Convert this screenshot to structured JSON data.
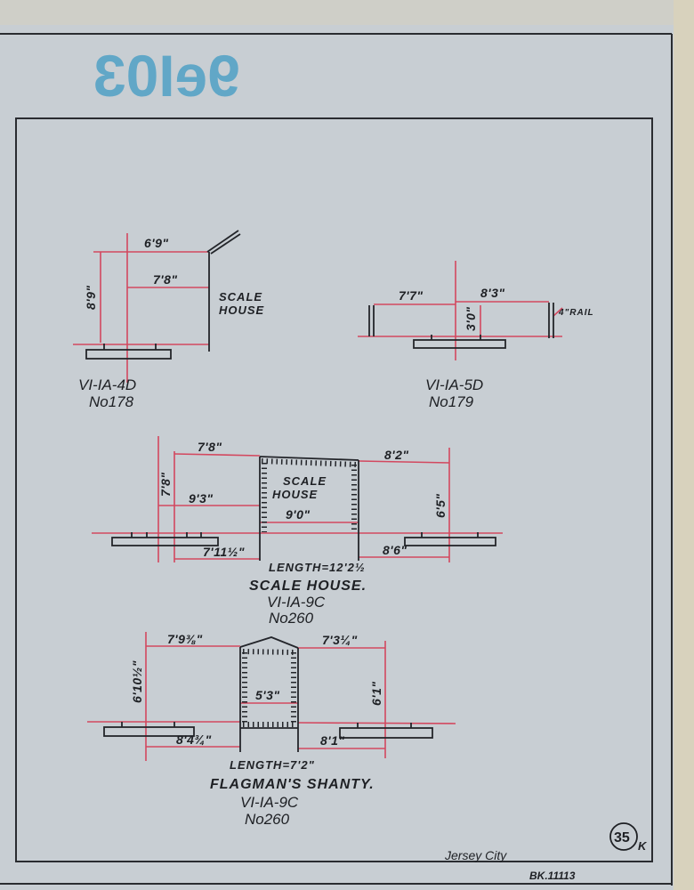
{
  "stamp": "9eI03",
  "drawing_1": {
    "dims": {
      "top": "6'9\"",
      "mid": "7'8\"",
      "height": "8'9\""
    },
    "note": [
      "SCALE",
      "HOUSE"
    ],
    "code": "VI-IA-4D",
    "number": "No178"
  },
  "drawing_2": {
    "dims": {
      "left": "7'7\"",
      "right": "8'3\"",
      "height": "3'0\""
    },
    "note": "4\"RAIL",
    "code": "VI-IA-5D",
    "number": "No179"
  },
  "drawing_3": {
    "dims": {
      "top_left": "7'8\"",
      "left_height": "7'8\"",
      "mid_left": "9'3\"",
      "inside": "9'0\"",
      "top_right": "8'2\"",
      "right_height": "6'5\"",
      "bottom_left": "7'11½\"",
      "bottom_right": "8'6\""
    },
    "building": [
      "SCALE",
      "HOUSE"
    ],
    "length": "LENGTH=12'2½",
    "title": "SCALE HOUSE.",
    "code": "VI-IA-9C",
    "number": "No260"
  },
  "drawing_4": {
    "dims": {
      "top_left": "7'9⅜\"",
      "top_right": "7'3¼\"",
      "left_height": "6'10½\"",
      "right_height": "6'1\"",
      "inside": "5'3\"",
      "bottom_left": "8'4¾\"",
      "bottom_right": "8'1\""
    },
    "length": "LENGTH=7'2\"",
    "title": "FLAGMAN'S SHANTY.",
    "code": "VI-IA-9C",
    "number": "No260"
  },
  "footer": {
    "location": "Jersey City",
    "book": "BK.11113",
    "sheet": "35",
    "sheet_suffix": "K"
  }
}
